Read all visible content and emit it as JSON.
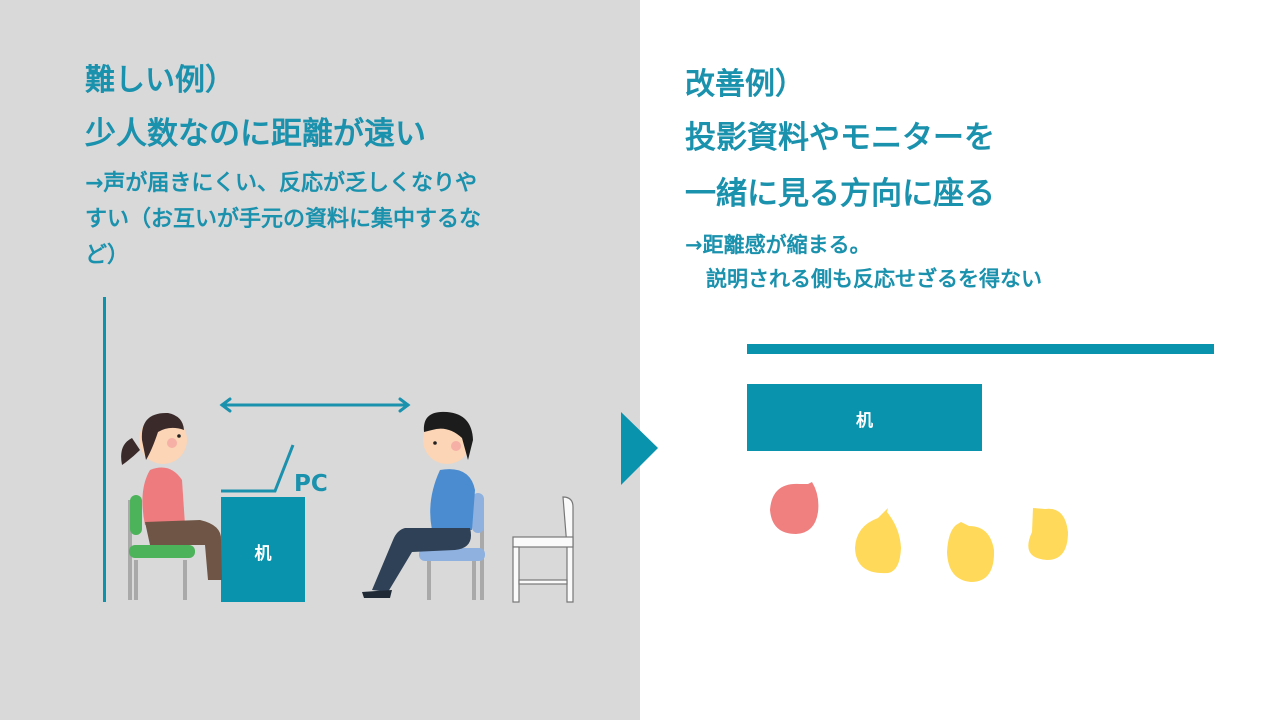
{
  "colors": {
    "accent": "#0a93ad",
    "left_background": "#d9d9d9",
    "right_background": "#ffffff",
    "person_red": "#f08080",
    "person_yellow": "#ffd95a"
  },
  "left": {
    "label": "難しい例）",
    "title": "少人数なのに距離が遠い",
    "description_line1": "→声が届きにくい、反応が乏しくなりや",
    "description_line2": "すい（お互いが手元の資料に集中するな",
    "description_line3": "ど）",
    "illustration": {
      "desk_label": "机",
      "pc_label": "PC",
      "distance_arrow": "double-arrow-icon",
      "people": [
        "woman-seated",
        "man-seated"
      ],
      "empty_chair": "empty-chair"
    }
  },
  "transition_icon": "triangle-right-icon",
  "right": {
    "label": "改善例）",
    "title_line1": "投影資料やモニターを",
    "title_line2": "一緒に見る方向に座る",
    "description_line1": "→距離感が縮まる。",
    "description_line2": "　説明される側も反応せざるを得ない",
    "diagram": {
      "desk_label": "机",
      "screen": "screen-bar",
      "seats": [
        {
          "color": "red",
          "role": "presenter"
        },
        {
          "color": "yellow",
          "role": "listener"
        },
        {
          "color": "yellow",
          "role": "listener"
        },
        {
          "color": "yellow",
          "role": "listener"
        }
      ]
    }
  }
}
